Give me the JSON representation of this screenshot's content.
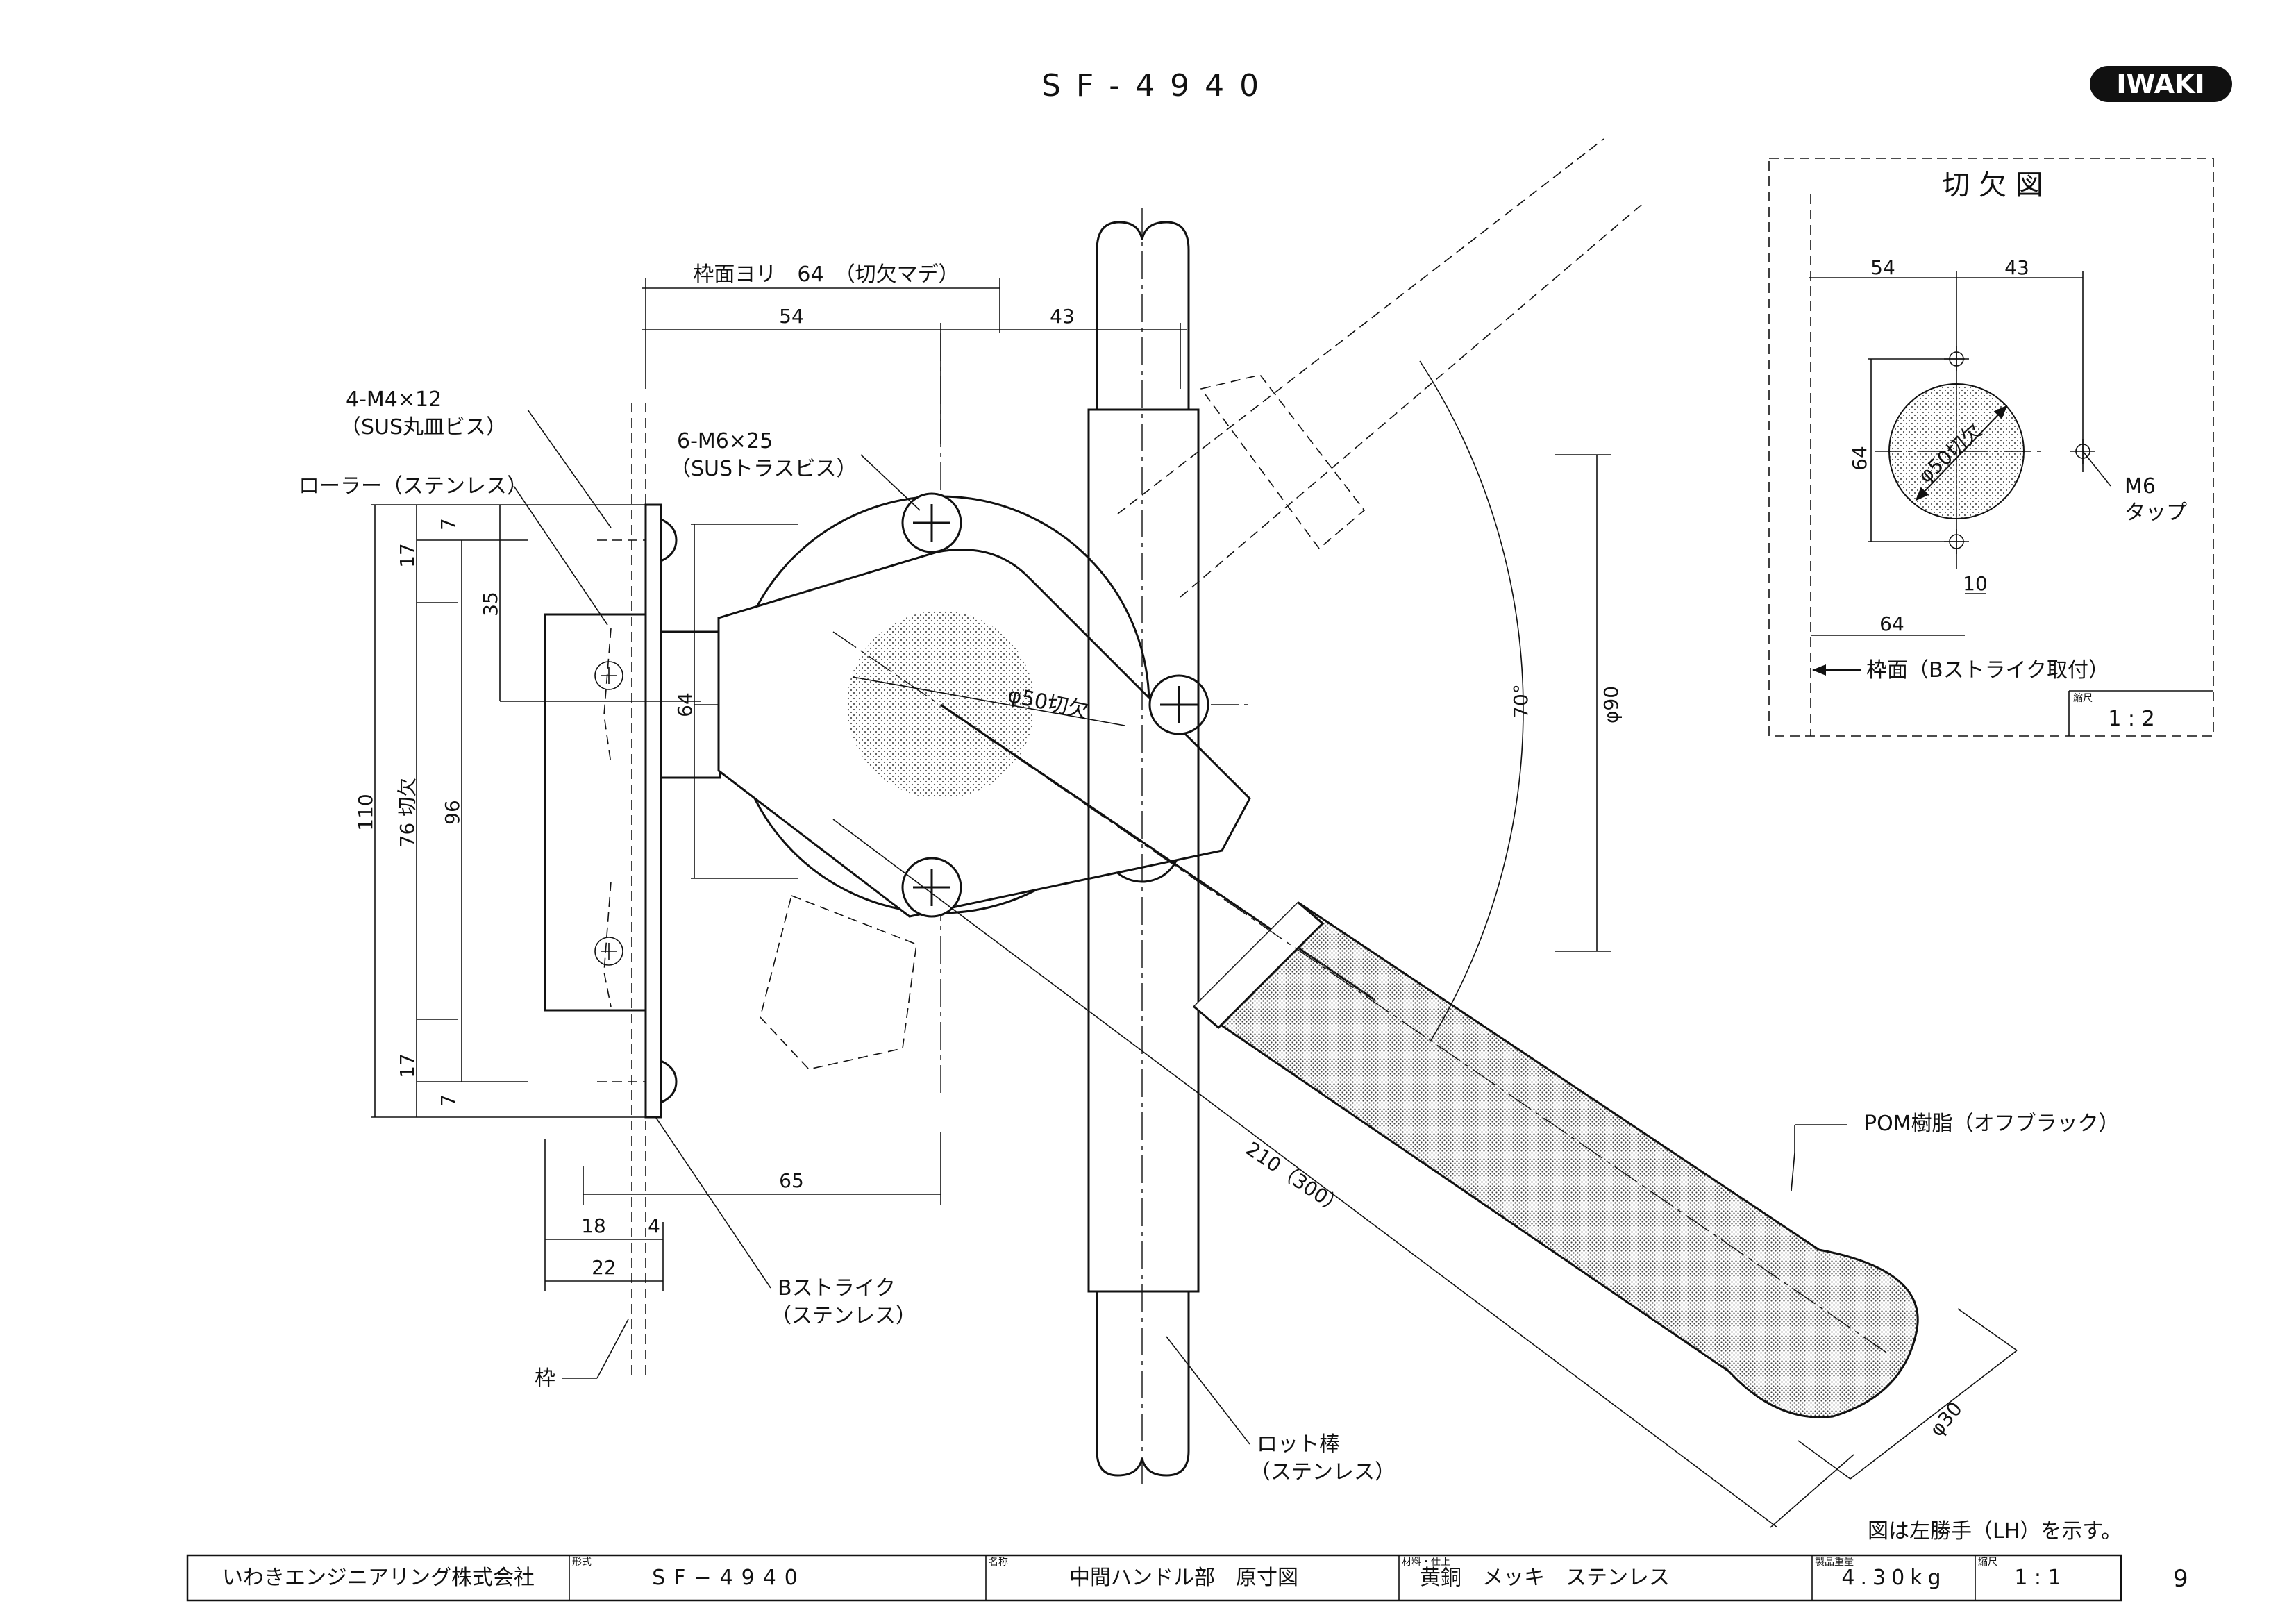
{
  "header": {
    "title": "SF-4940",
    "logo": "IWAKI"
  },
  "detail": {
    "title": "切 欠 図",
    "dim_54": "54",
    "dim_43": "43",
    "dim_64_v": "64",
    "hole_label": "φ50切欠",
    "tap_line1": "M6",
    "tap_line2": "タップ",
    "dim_10": "10",
    "dim_64_h": "64",
    "frame_face": "枠面（Bストライク取付）",
    "scale_caption": "縮尺",
    "scale_value": "1 : 2"
  },
  "callouts": {
    "screw_small_1": "4-M4×12",
    "screw_small_2": "（SUS丸皿ビス）",
    "roller": "ローラー（ステンレス）",
    "screw_large_1": "6-M6×25",
    "screw_large_2": "（SUSトラスビス）",
    "frame_offset": "枠面ヨリ　64　（切欠マデ）",
    "strike_1": "Bストライク",
    "strike_2": "（ステンレス）",
    "frame": "枠",
    "rod_1": "ロット棒",
    "rod_2": "（ステンレス）",
    "grip": "POM樹脂（オフブラック）",
    "cutout": "φ50切欠"
  },
  "dimensions": {
    "top_54": "54",
    "top_43": "43",
    "v_17a": "17",
    "v_7a": "7",
    "v_35": "35",
    "v_110": "110",
    "v_76": "76 切欠",
    "v_96": "96",
    "v_17b": "17",
    "v_7b": "7",
    "v_64": "64",
    "h_65": "65",
    "h_18": "18",
    "h_4": "4",
    "h_22": "22",
    "angle_70": "70°",
    "dia_90": "φ90",
    "len_210": "210（300）",
    "dia_30": "φ30"
  },
  "note": "図は左勝手（LH）を示す。",
  "title_block": {
    "company": "いわきエンジニアリング株式会社",
    "model_caption": "形式",
    "model": "SF−4940",
    "name_caption": "名称",
    "name": "中間ハンドル部　原寸図",
    "material_caption": "材料・仕上",
    "material": "黄銅　メッキ　ステンレス",
    "weight_caption": "製品重量",
    "weight": "4.30kg",
    "scale_caption": "縮尺",
    "scale": "1 : 1",
    "page": "9"
  }
}
